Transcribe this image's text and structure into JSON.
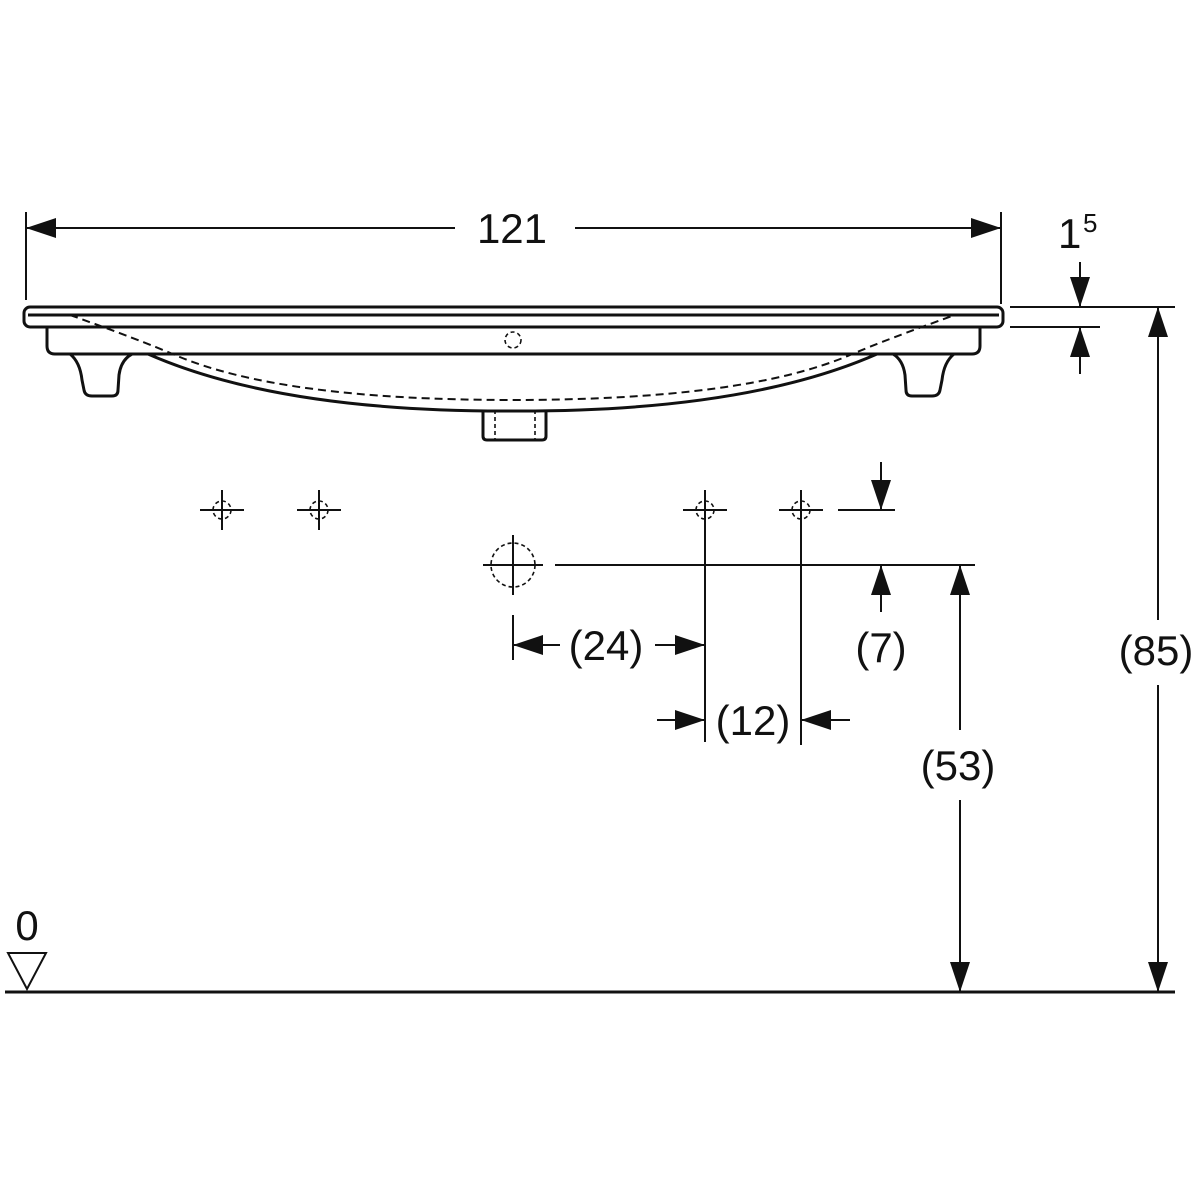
{
  "title": "Washbasin dimension drawing",
  "dimensions": {
    "overall_width": "121",
    "rim_thickness_main": "1",
    "rim_thickness_sup": "5",
    "tap_hole_drop": "(7)",
    "waste_to_tap_hole": "(24)",
    "tap_hole_spacing": "(12)",
    "waste_height": "(53)",
    "rim_height": "(85)",
    "floor_level": "0"
  },
  "colors": {
    "line": "#111111",
    "background": "#ffffff"
  }
}
